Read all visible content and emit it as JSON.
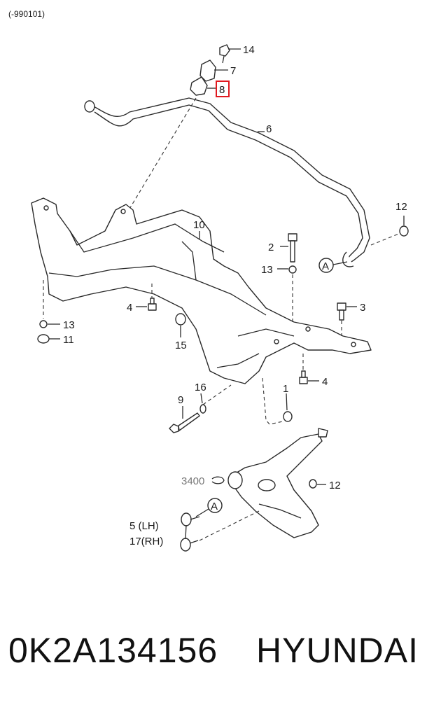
{
  "header": {
    "model_code": "(-990101)"
  },
  "callouts": {
    "c14": "14",
    "c7": "7",
    "c8": "8",
    "c6": "6",
    "c12a": "12",
    "c10": "10",
    "c2": "2",
    "c13a": "13",
    "refA1": "A",
    "c4a": "4",
    "c3": "3",
    "c13b": "13",
    "c11": "11",
    "c15": "15",
    "c16": "16",
    "c9": "9",
    "c1": "1",
    "c4b": "4",
    "c3400": "3400",
    "c12b": "12",
    "refA2": "A",
    "c5": "5 (LH)",
    "c17": "17(RH)"
  },
  "highlight": {
    "part": "8",
    "color": "#e0191f"
  },
  "footer": {
    "part_number": "0K2A134156",
    "brand": "HYUNDAI"
  }
}
